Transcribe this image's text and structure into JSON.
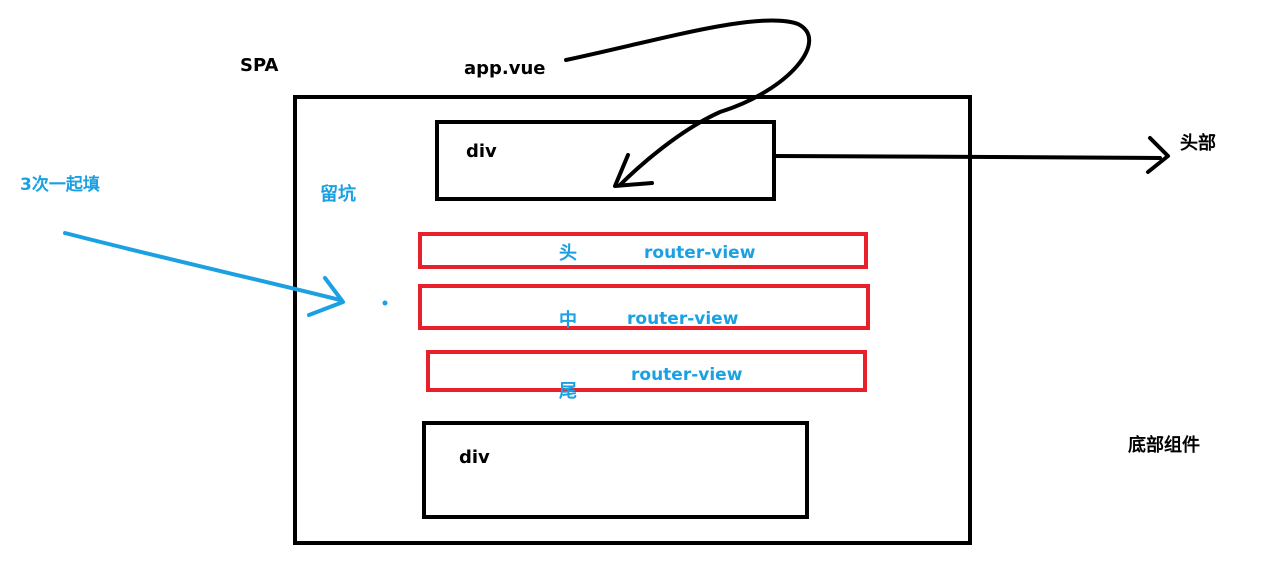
{
  "labels": {
    "spa": "SPA",
    "app_vue": "app.vue",
    "header_div": "div",
    "footer_div": "div",
    "head_part": "头部",
    "footer_component": "底部组件",
    "fill_three_times": "3次一起填",
    "placeholder": "留坑",
    "slot_head": "头",
    "slot_middle": "中",
    "slot_tail": "尾",
    "router_view_1": "router-view",
    "router_view_2": "router-view",
    "router_view_3": "router-view"
  },
  "colors": {
    "black": "#000000",
    "blue": "#1ba1e2",
    "red": "#e8202a"
  }
}
